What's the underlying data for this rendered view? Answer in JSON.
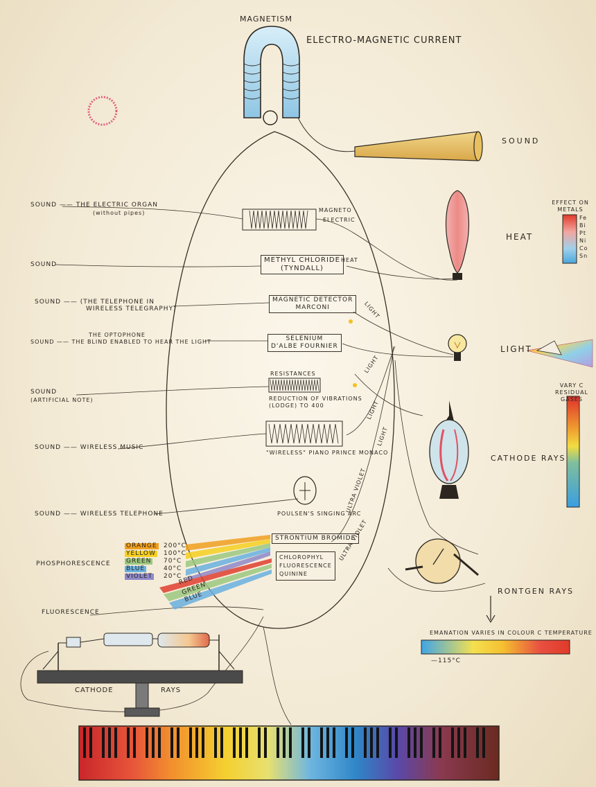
{
  "title_top": "MAGNETISM",
  "title_main": "Electro-Magnetic Current",
  "right": {
    "sound": "Sound",
    "heat": "Heat",
    "light": "Light",
    "cathode": "Cathode Rays",
    "rontgen": "Rontgen Rays",
    "metals_title": "Effect on Metals",
    "metals": [
      "Fe",
      "Bi",
      "Pt",
      "Ni",
      "Co",
      "Sn"
    ],
    "gases": "Vary c Residual Gases",
    "emanation": "Emanation varies in colour c temperature",
    "temp": "—115°C"
  },
  "left": {
    "organ": "Sound —— The Electric Organ",
    "organ_sub": "(without pipes)",
    "sound2": "Sound",
    "telephone_a": "Sound —— (The Telephone in",
    "telephone_b": "Wireless Telegraphy)",
    "optophone_a": "The Optophone",
    "optophone_b": "Sound —— The blind enabled to hear the light",
    "artificial_a": "Sound",
    "artificial_b": "(Artificial Note)",
    "music": "Sound —— Wireless Music",
    "wtelephone": "Sound —— Wireless Telephone",
    "phosphorescence": "Phosphorescence",
    "fluorescence": "Fluorescence",
    "cathode_bottom": "Cathode",
    "rays_bottom": "Rays"
  },
  "center": {
    "magneto": "Magneto",
    "electric": "Electric",
    "methyl_a": "Methyl Chloride",
    "methyl_b": "(Tyndall)",
    "heat": "Heat",
    "magdet_a": "Magnetic Detector",
    "magdet_b": "Marconi",
    "selenium_a": "Selenium",
    "selenium_b": "D'Albe Fournier",
    "resistances": "Resistances",
    "reduction_a": "Reduction of Vibrations",
    "reduction_b": "(Lodge)     to 400",
    "piano": "\"Wireless\" Piano   Prince Monaco",
    "poulsen": "Poulsen's Singing Arc",
    "strontium": "Strontium Bromide",
    "chlorophyl": "Chlorophyl",
    "fluorescence": "Fluorescence",
    "quinine": "Quinine",
    "light": "Light",
    "ultra1": "Ultra Violet",
    "ultra2": "Ultra Violet"
  },
  "phosphor": {
    "colors": [
      "Orange",
      "Yellow",
      "Green",
      "Blue",
      "Violet"
    ],
    "temps": [
      "200°C",
      "100°C",
      "70°C",
      "40°C",
      "20°C"
    ],
    "fluor_colors": [
      "Red",
      "Green",
      "Blue"
    ]
  },
  "palette": {
    "ink": "#2b2620",
    "orange": "#f0a020",
    "yellow": "#f5d020",
    "green": "#9cc880",
    "blue": "#6ab0e0",
    "violet": "#8f88c9",
    "red": "#e04030"
  }
}
